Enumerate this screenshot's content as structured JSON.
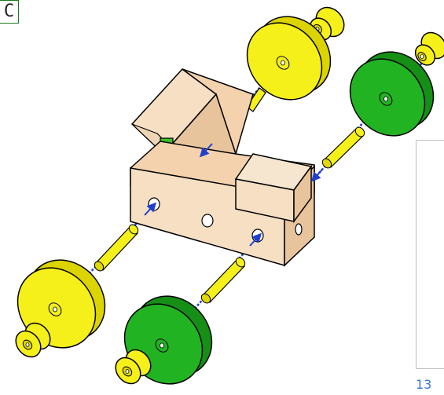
{
  "document": {
    "corner_label": "C",
    "page_number": "13"
  },
  "figure": {
    "description_icon": "exploded-assembly-toy-car",
    "colors": {
      "yellow": "#f5f01a",
      "green": "#22b322",
      "wood": "#f6dfc3",
      "dowel_green": "#3bbf28",
      "explode_line": "#1f3fd0",
      "outline": "#000000"
    }
  }
}
